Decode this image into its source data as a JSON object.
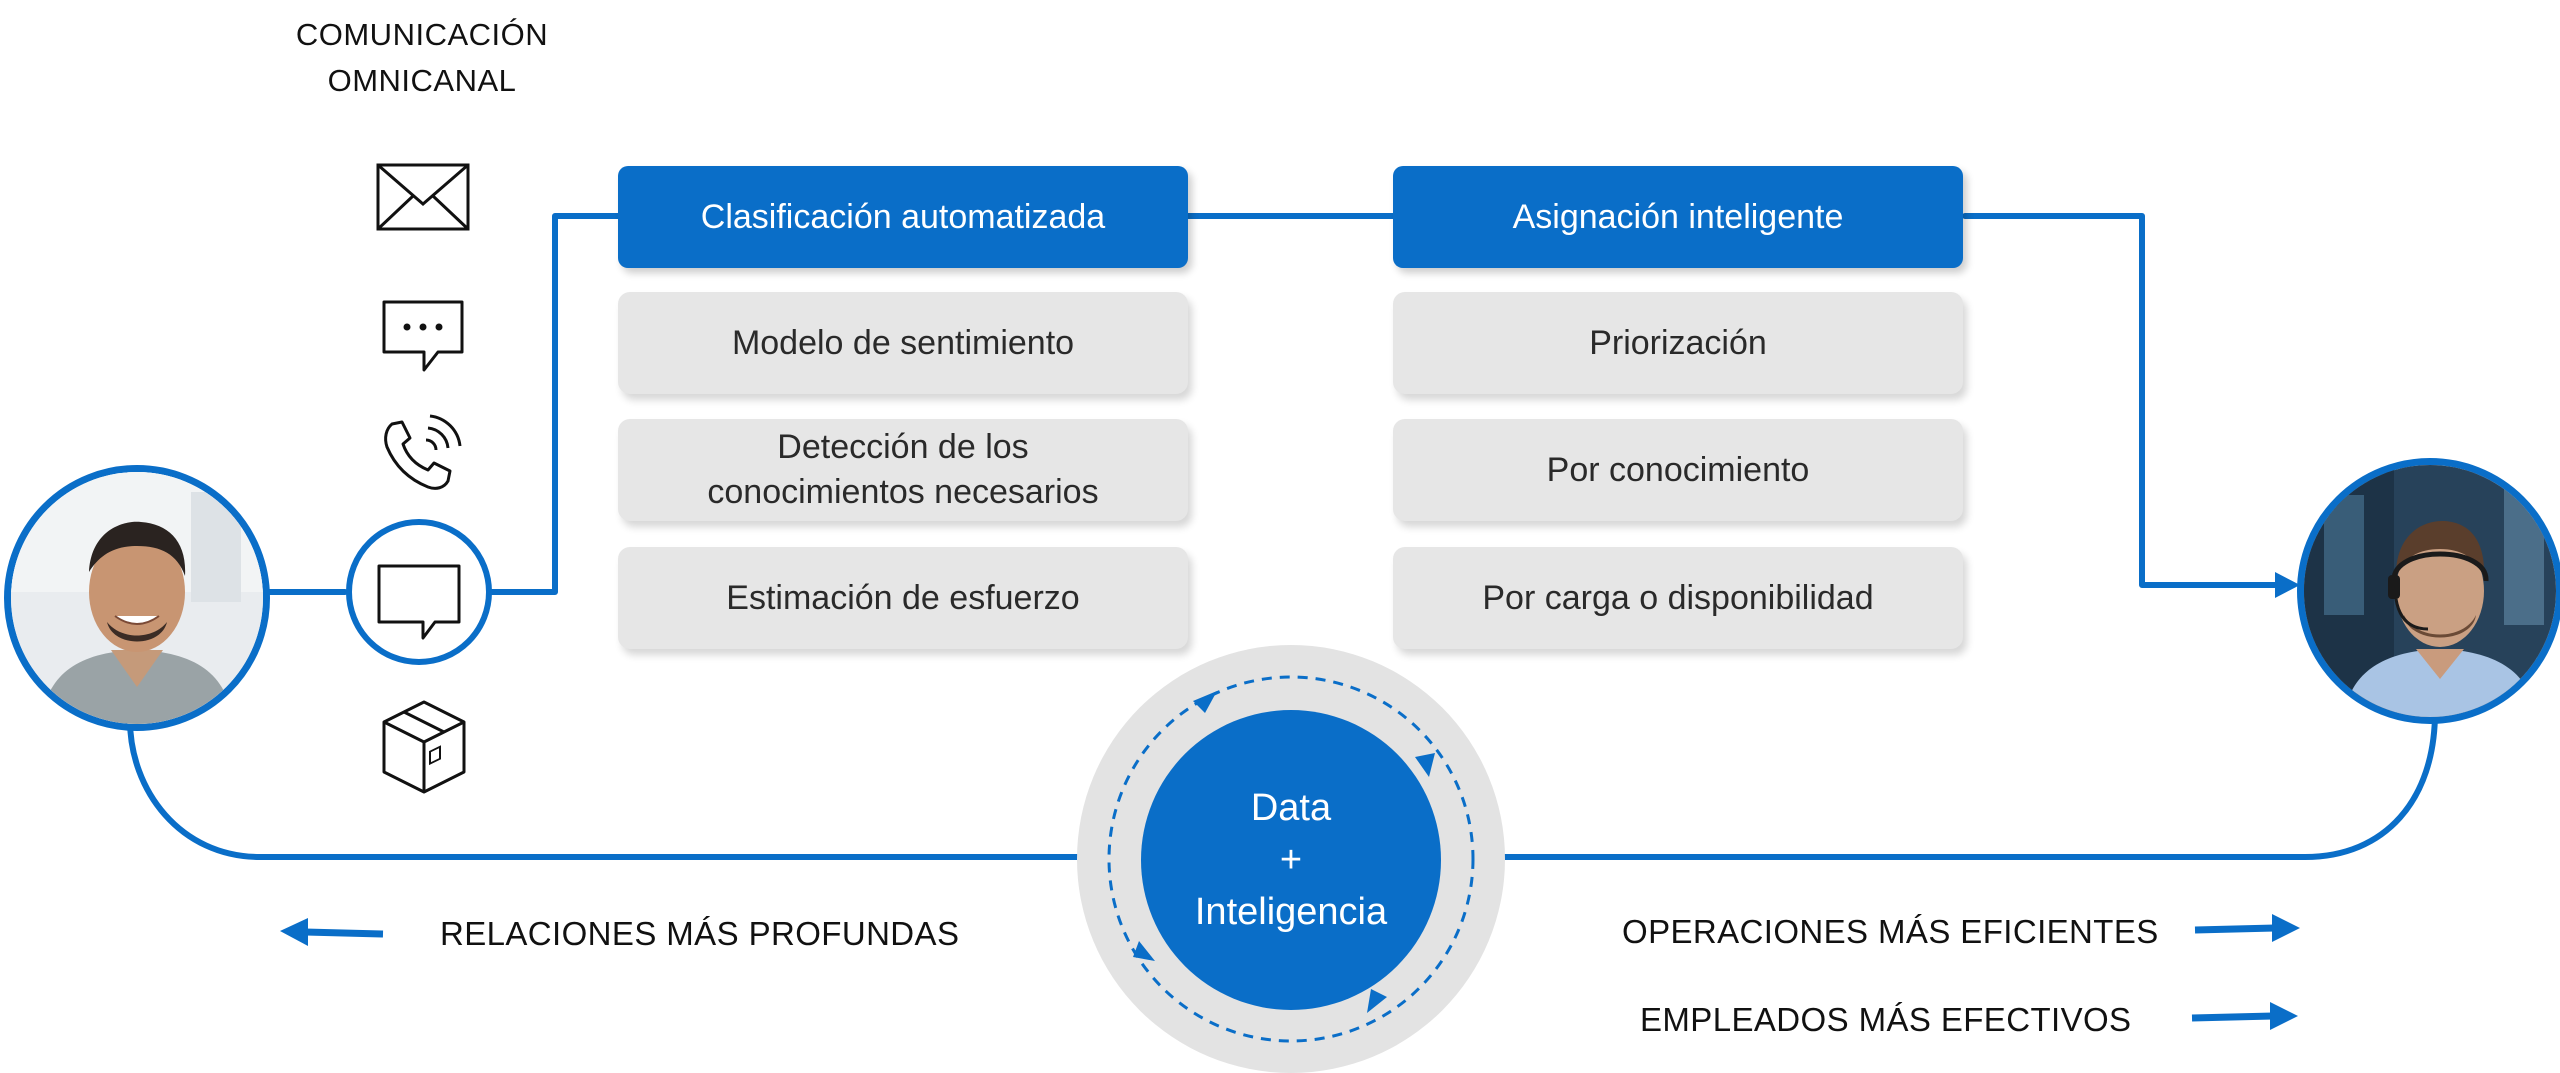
{
  "channels": {
    "title": "COMUNICACIÓN\nOMNICANAL",
    "icons": [
      "envelope-icon",
      "chat-dots-icon",
      "phone-ringing-icon",
      "chat-bubble-icon",
      "package-box-icon"
    ]
  },
  "classification": {
    "header": "Clasificación automatizada",
    "items": [
      "Modelo de sentimiento",
      "Detección de los\nconocimientos necesarios",
      "Estimación de esfuerzo"
    ]
  },
  "assignment": {
    "header": "Asignación inteligente",
    "items": [
      "Priorización",
      "Por conocimiento",
      "Por carga o disponibilidad"
    ]
  },
  "core": {
    "line1": "Data",
    "line2": "+",
    "line3": "Inteligencia"
  },
  "outcomes": {
    "left": "RELACIONES MÁS PROFUNDAS",
    "right1": "OPERACIONES MÁS EFICIENTES",
    "right2": "EMPLEADOS MÁS EFECTIVOS"
  },
  "colors": {
    "accent": "#0a6ec8",
    "item_bg": "#e6e6e6",
    "core_ring": "#e3e3e3"
  }
}
